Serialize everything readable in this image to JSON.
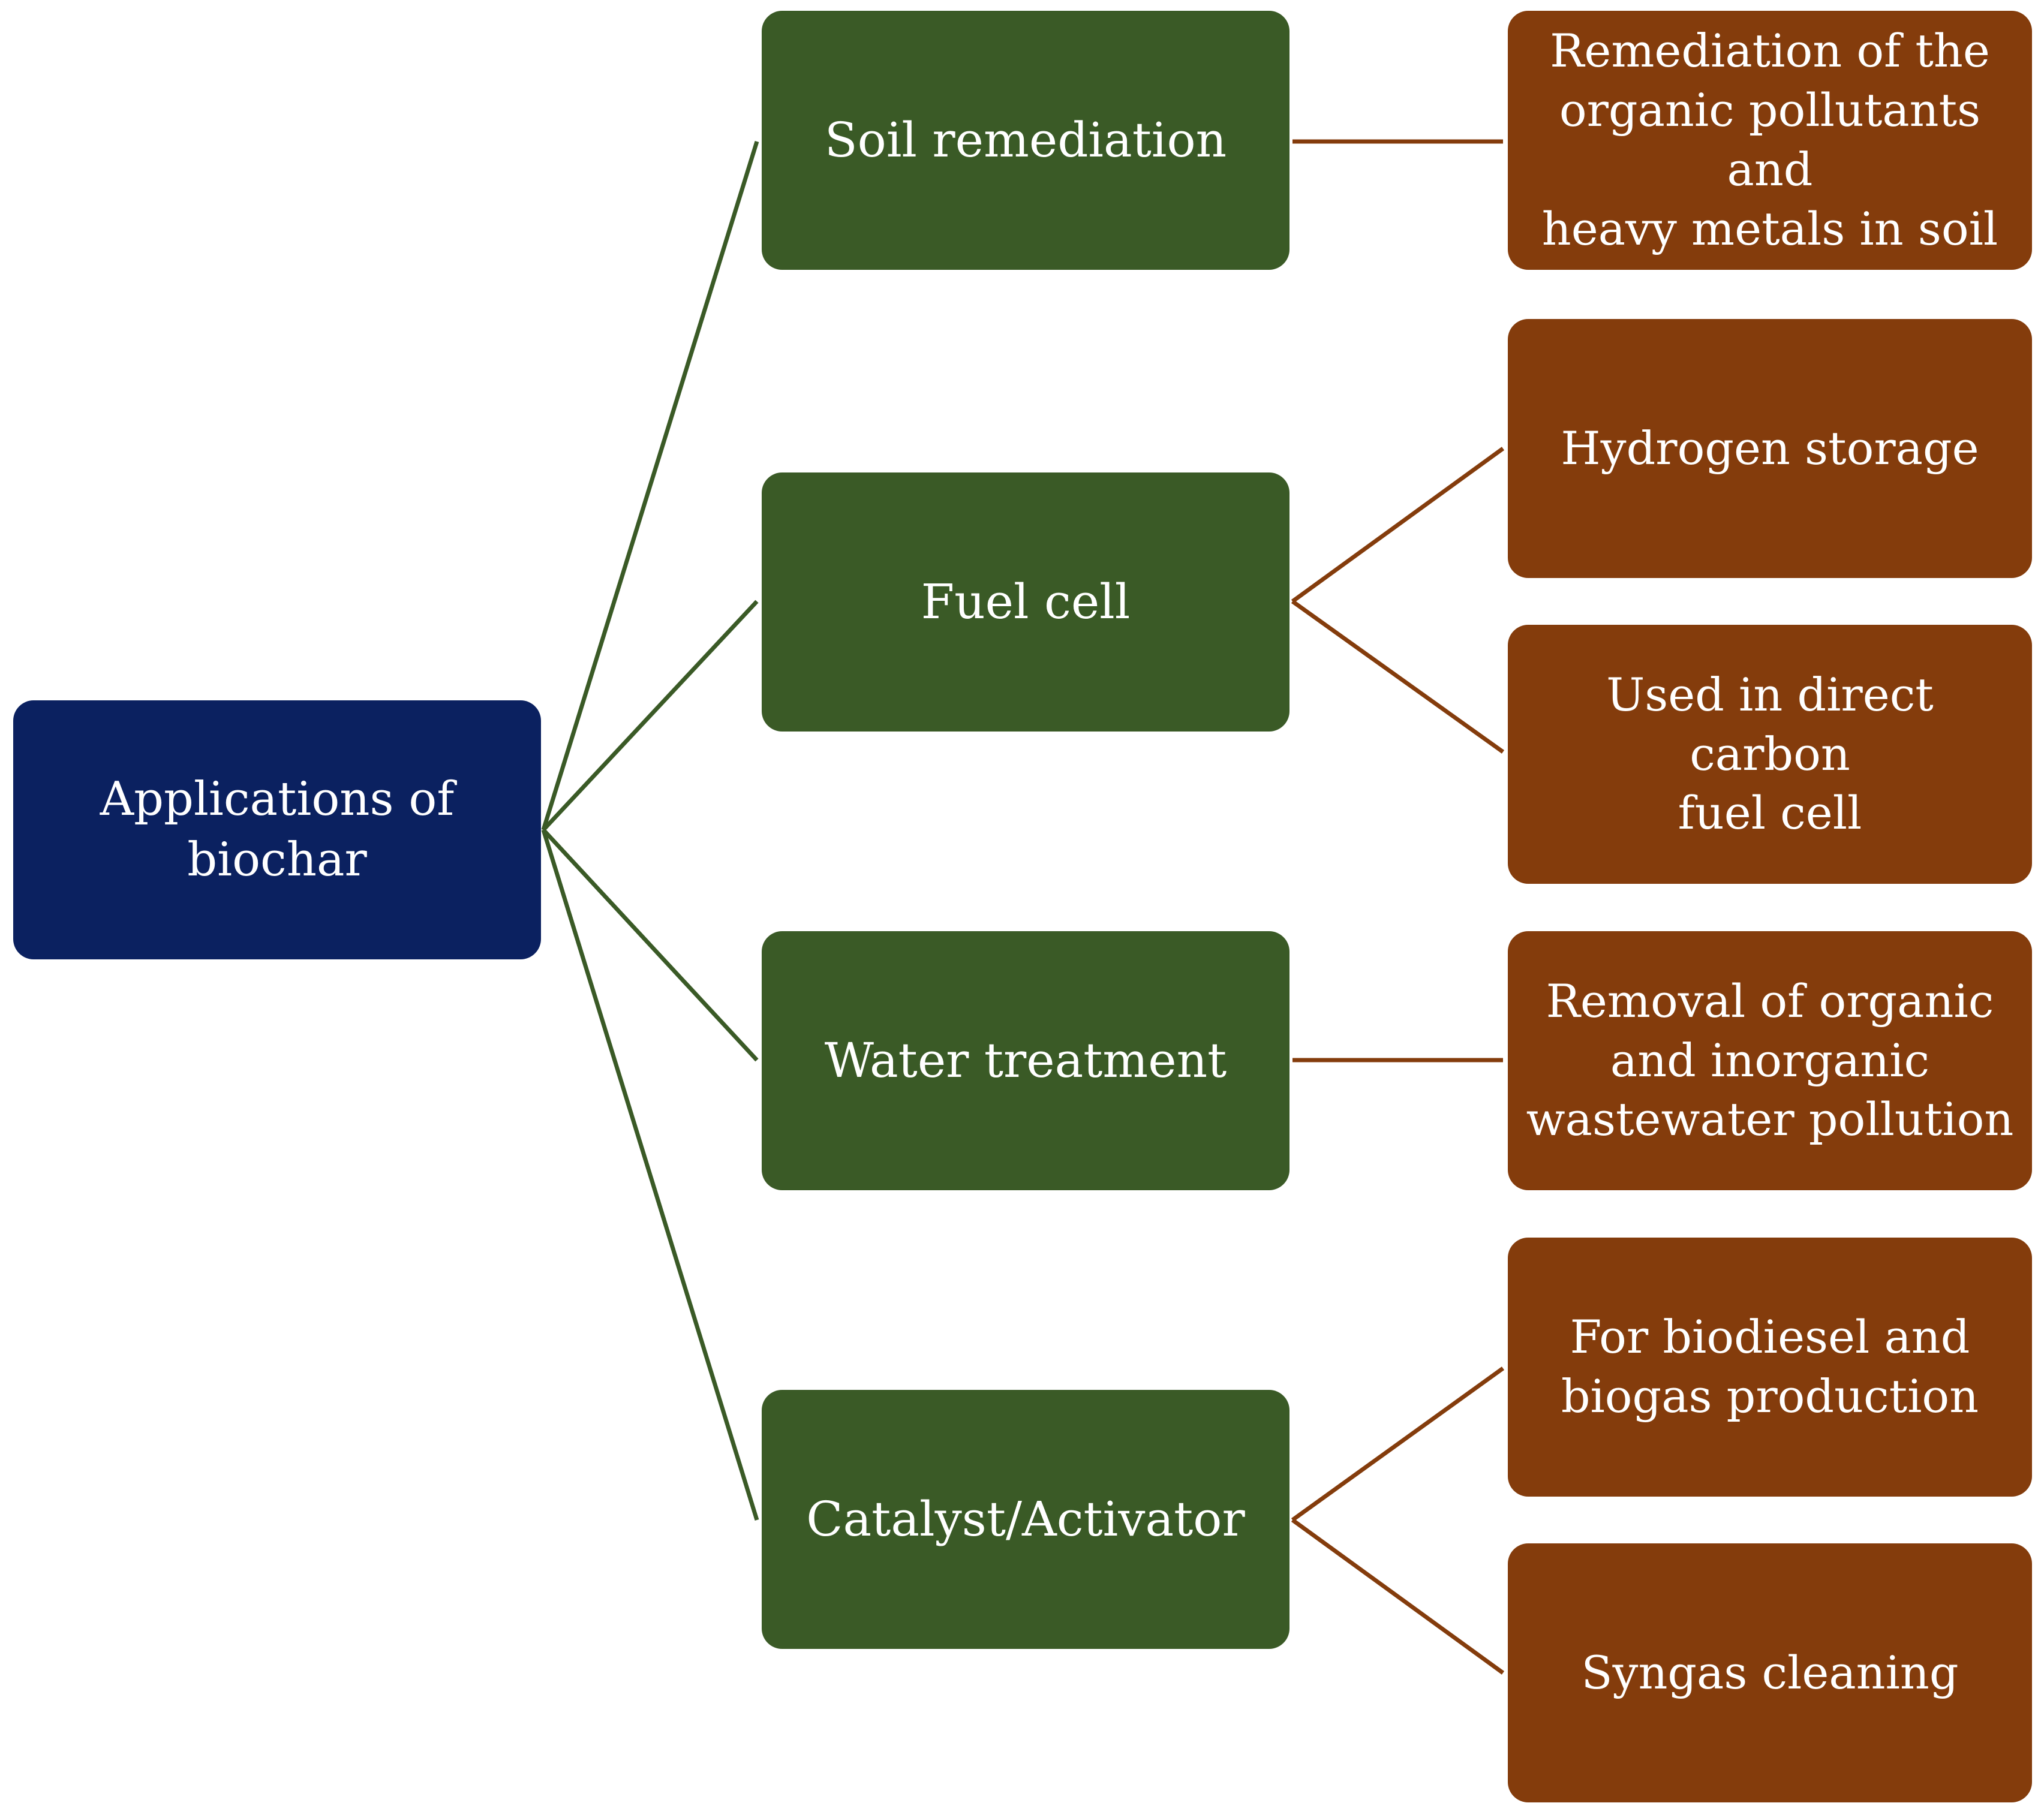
{
  "colors": {
    "root_fill": "#0b2160",
    "category_fill": "#3a5a26",
    "leaf_fill": "#843c0c",
    "root_connector": "#3a5a26",
    "leaf_connector": "#843c0c",
    "text": "#ffffff"
  },
  "root": {
    "label": "Applications of biochar"
  },
  "categories": [
    {
      "label": "Soil remediation",
      "leaves": [
        "Remediation of the\norganic pollutants and\nheavy metals in soil"
      ]
    },
    {
      "label": "Fuel cell",
      "leaves": [
        "Hydrogen storage",
        "Used in direct carbon\nfuel cell"
      ]
    },
    {
      "label": "Water treatment",
      "leaves": [
        "Removal of organic\nand inorganic\nwastewater pollution"
      ]
    },
    {
      "label": "Catalyst/Activator",
      "leaves": [
        "For biodiesel and\nbiogas production",
        "Syngas cleaning"
      ]
    }
  ]
}
